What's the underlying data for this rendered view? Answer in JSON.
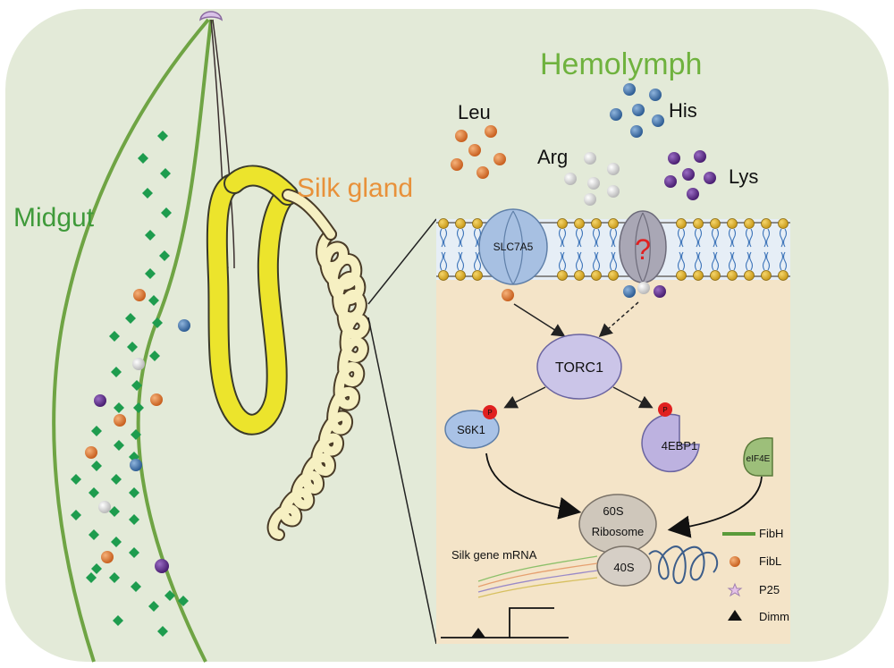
{
  "labels": {
    "hemolymph": "Hemolymph",
    "midgut": "Midgut",
    "silk_gland": "Silk gland",
    "leu": "Leu",
    "his": "His",
    "arg": "Arg",
    "lys": "Lys",
    "transporter": "SLC7A5",
    "unknown_transporter": "?",
    "torc1": "TORC1",
    "s6k1": "S6K1",
    "4ebp1": "4EBP1",
    "eif4e": "eIF4E",
    "phospho": "P",
    "ribosome_60s": "60S",
    "ribosome": "Ribosome",
    "ribosome_40s": "40S",
    "silk_mrna": "Silk gene mRNA"
  },
  "legend": [
    {
      "label": "FibH",
      "symbol": "green-line"
    },
    {
      "label": "FibL",
      "symbol": "orange-dot"
    },
    {
      "label": "P25",
      "symbol": "pink-star"
    },
    {
      "label": "Dimm",
      "symbol": "black-triangle"
    }
  ],
  "colors": {
    "background": "#e3ead8",
    "midgut_green": "#3f9a3a",
    "label_green": "#6fb23e",
    "label_orange": "#e8913a",
    "cell_interior": "#f4e4c8",
    "leu": "#d9702a",
    "his": "#3c6fa8",
    "arg": "#d8d8d8",
    "lys": "#5a2d82",
    "torc1": "#cbc5e8",
    "s6k1": "#a9c2e6",
    "4ebp1": "#bdb2e0",
    "eif4e": "#9dbf7a",
    "ribosome": "#cfc7bb",
    "gland_yellow": "#e8e02a"
  }
}
